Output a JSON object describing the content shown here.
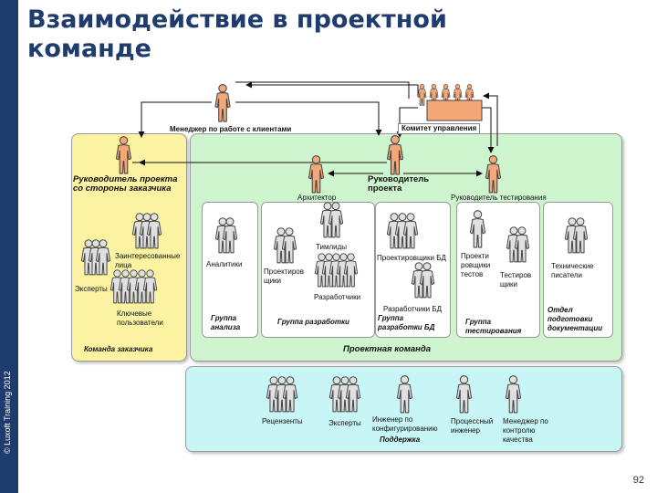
{
  "title": "Взаимодействие в проектной команде",
  "title_lines": [
    "Взаимодействие в проектной",
    "команде"
  ],
  "copyright": "© Luxoft Training 2012",
  "page_number": "92",
  "colors": {
    "brand": "#1f3c6e",
    "customer_zone": "#fbf3a2",
    "project_zone": "#cff5cf",
    "support_zone": "#c8f6f6",
    "figure_highlight": "#f4a878",
    "figure_default": "#e0e0e0"
  },
  "roles": {
    "client_manager": "Менеджер по работе с клиентами",
    "steering_committee": "Комитет управления",
    "customer_pm": [
      "Руководитель проекта",
      "со стороны заказчика"
    ],
    "project_manager": [
      "Руководитель",
      "проекта"
    ],
    "architect": "Архитектор",
    "test_lead": "Руководитель тестирования",
    "stakeholders": [
      "Заинтересованные",
      "лица"
    ],
    "experts": "Эксперты",
    "key_users": [
      "Ключевые",
      "пользователи"
    ],
    "analysts": "Аналитики",
    "designers": [
      "Проектиров",
      "щики"
    ],
    "teamleads": "Тимлиды",
    "developers": "Разработчики",
    "db_designers": "Проектировщики БД",
    "db_developers": "Разработчики БД",
    "test_designers": [
      "Проекти",
      "ровщики",
      "тестов"
    ],
    "testers": [
      "Тестиров",
      "щики"
    ],
    "tech_writers": [
      "Технические",
      "писатели"
    ],
    "reviewers": "Рецензенты",
    "support_experts": "Эксперты",
    "config_engineer": [
      "Инженер по",
      "конфигурированию"
    ],
    "process_engineer": [
      "Процессный",
      "инженер"
    ],
    "qa_manager": [
      "Менеджер по",
      "контролю",
      "качества"
    ]
  },
  "groups": {
    "analysis": [
      "Группа",
      "анализа"
    ],
    "development": "Группа разработки",
    "db_development": [
      "Группа",
      "разработки БД"
    ],
    "testing": [
      "Группа",
      "тестирования"
    ],
    "documentation": [
      "Отдел",
      "подготовки",
      "документации"
    ]
  },
  "zones": {
    "customer_team": "Команда заказчика",
    "project_team": "Проектная команда",
    "support": "Поддержка"
  }
}
